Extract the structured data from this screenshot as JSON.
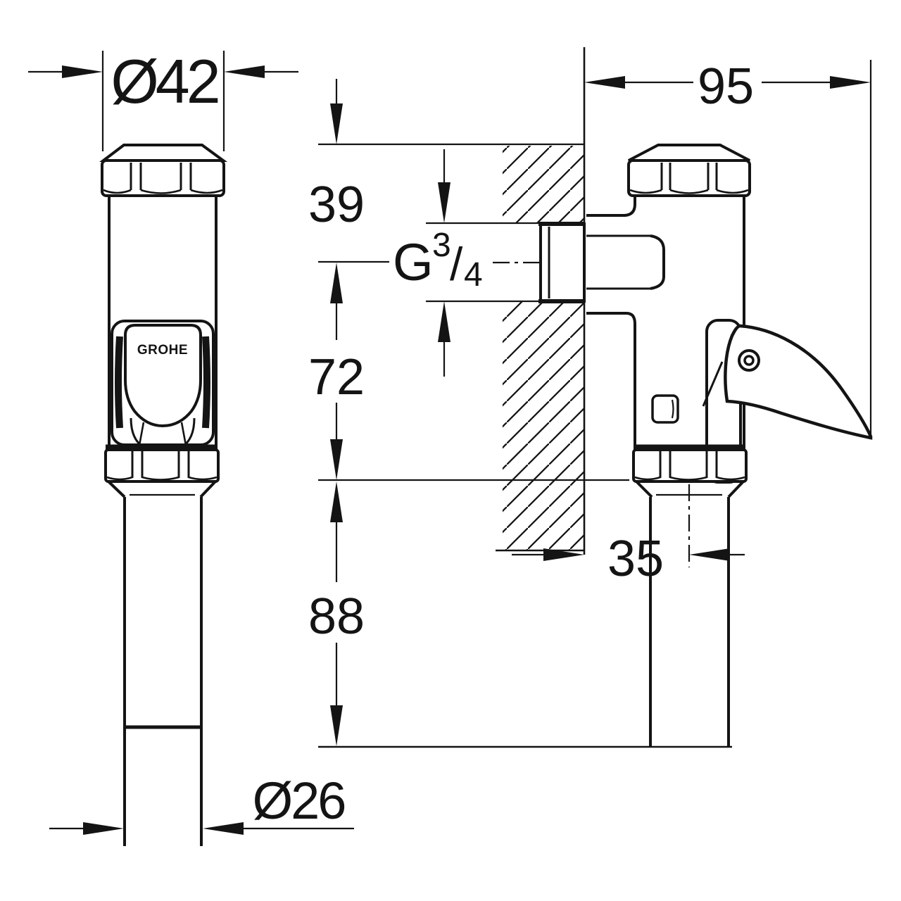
{
  "page": {
    "background": "#ffffff",
    "ink": "#141414",
    "kind": "technical dimension drawing, flush valve, front and side views"
  },
  "drawing": {
    "brand_logo": "GROHE",
    "dimensions": {
      "cap_diameter": "Ø42",
      "depth_from_wall": "95",
      "top_to_inlet_center": "39",
      "inlet_center_to_outlet": "72",
      "wall_to_pipe_center": "35",
      "outlet_pipe_length": "88",
      "flush_pipe_diameter": "Ø26",
      "thread_g": "G",
      "thread_sup": "3",
      "thread_slash": "/",
      "thread_sub": "4"
    }
  }
}
